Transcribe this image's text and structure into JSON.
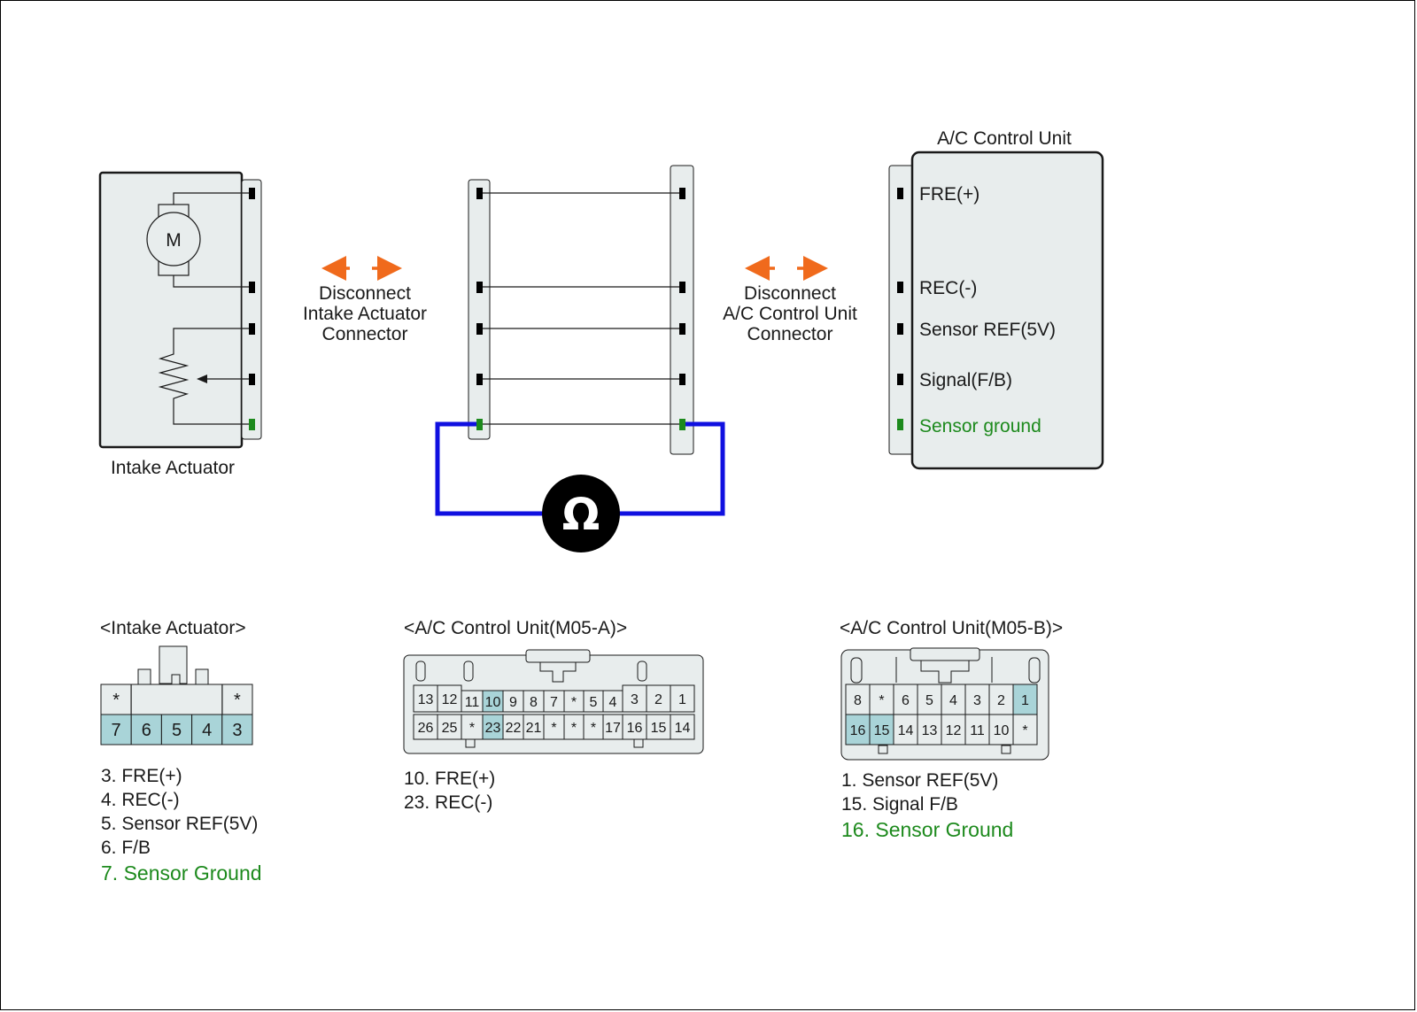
{
  "diagram": {
    "intake_actuator_label": "Intake Actuator",
    "motor_symbol": "M",
    "disconnect_left": [
      "Disconnect",
      "Intake Actuator",
      "Connector"
    ],
    "disconnect_right": [
      "Disconnect",
      "A/C Control Unit",
      "Connector"
    ],
    "meter_symbol": "Ω",
    "control_unit_title": "A/C Control Unit",
    "control_unit_pins": [
      "FRE(+)",
      "REC(-)",
      "Sensor REF(5V)",
      "Signal(F/B)",
      "Sensor ground"
    ]
  },
  "connectors": {
    "intake": {
      "title": "<Intake Actuator>",
      "top_row": [
        "*",
        "",
        "",
        "",
        "*"
      ],
      "bottom_row": [
        "7",
        "6",
        "5",
        "4",
        "3"
      ],
      "legend": [
        "3. FRE(+)",
        "4. REC(-)",
        "5. Sensor REF(5V)",
        "6. F/B",
        "7. Sensor Ground"
      ]
    },
    "m05a": {
      "title": "<A/C Control Unit(M05-A)>",
      "top_row": [
        "13",
        "12",
        "11",
        "10",
        "9",
        "8",
        "7",
        "*",
        "5",
        "4",
        "3",
        "2",
        "1"
      ],
      "bottom_row": [
        "26",
        "25",
        "*",
        "23",
        "22",
        "21",
        "*",
        "*",
        "*",
        "17",
        "16",
        "15",
        "14"
      ],
      "legend": [
        "10. FRE(+)",
        "23. REC(-)"
      ]
    },
    "m05b": {
      "title": "<A/C Control Unit(M05-B)>",
      "top_row": [
        "8",
        "*",
        "6",
        "5",
        "4",
        "3",
        "2",
        "1"
      ],
      "bottom_row": [
        "16",
        "15",
        "14",
        "13",
        "12",
        "11",
        "10",
        "*"
      ],
      "legend": [
        "1. Sensor REF(5V)",
        "15. Signal F/B",
        "16. Sensor Ground"
      ]
    }
  },
  "colors": {
    "ground": "#1d8a1d",
    "arrow": "#f06a1c",
    "meter_lead": "#1010e0",
    "highlight": "#a9d4d8",
    "panel": "#e8eded"
  }
}
